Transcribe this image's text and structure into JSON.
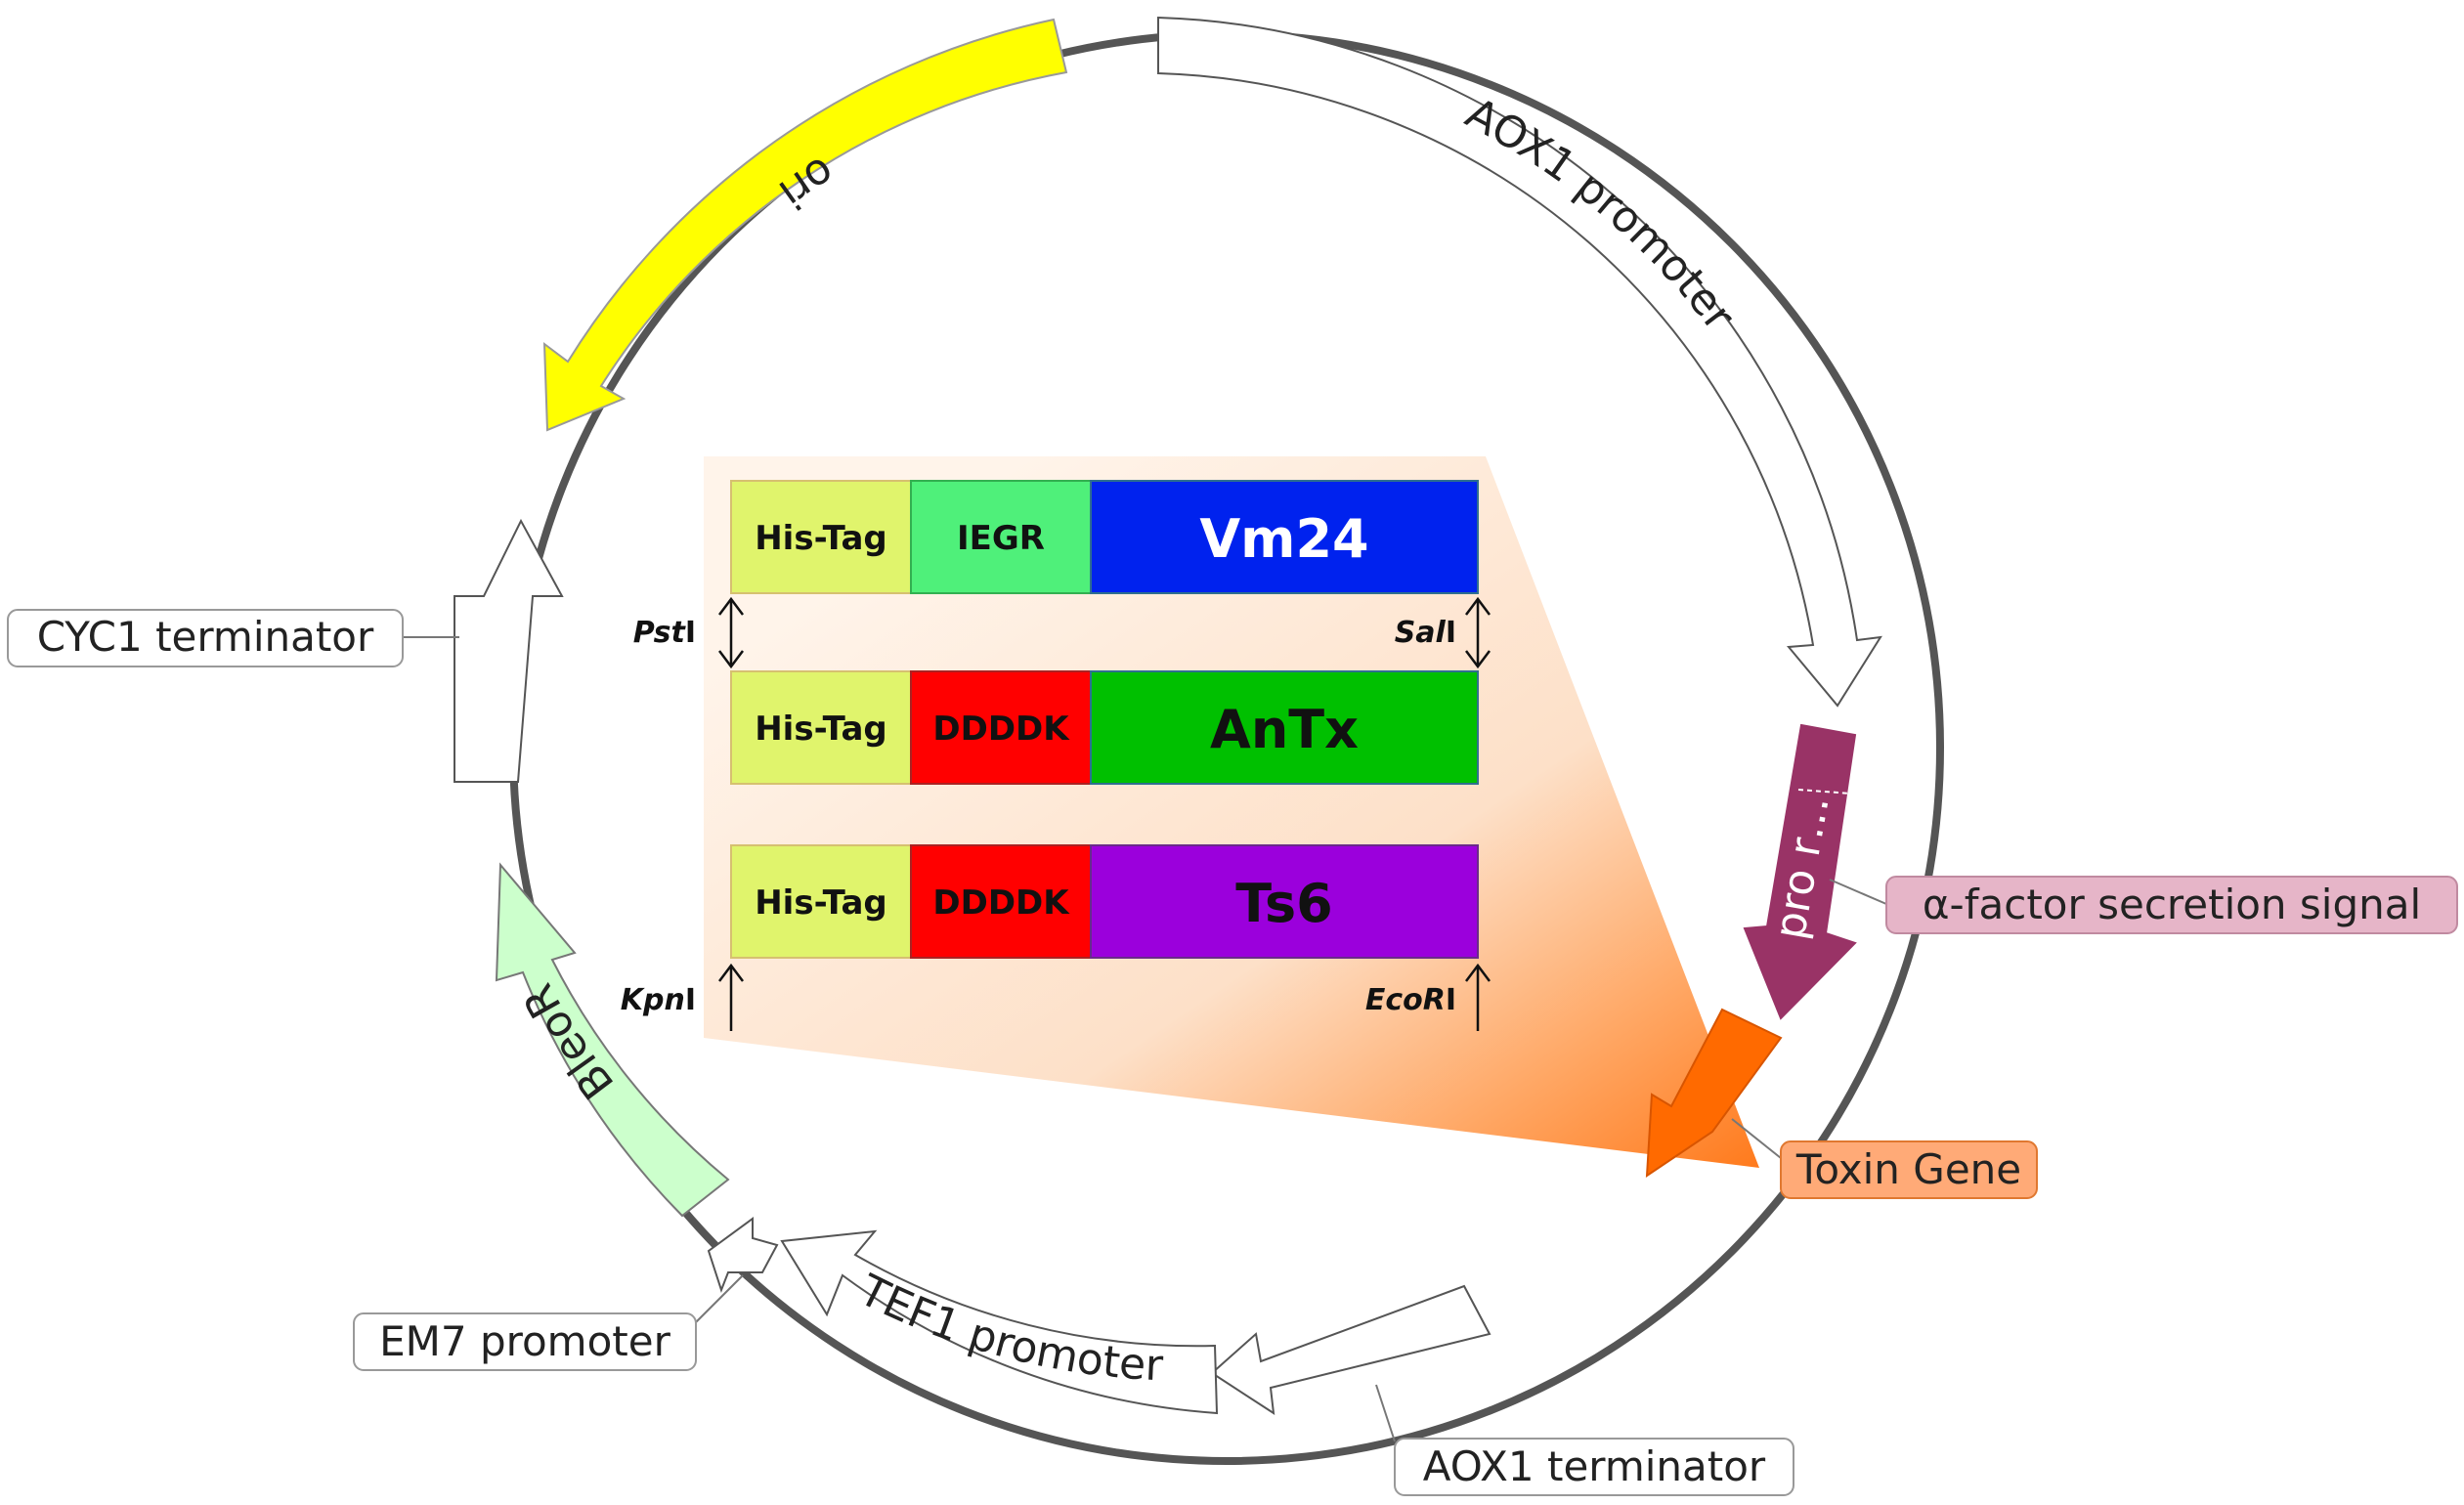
{
  "features": {
    "ori": "ori",
    "aox1_promoter": "AOX1 promoter",
    "pro_region": "pro r…",
    "tef1_promoter": "TEF1 promoter",
    "bleor": "BleoR"
  },
  "callouts": {
    "cyc1_terminator": "CYC1 terminator",
    "alpha_factor": "α-factor secretion signal",
    "toxin_gene": "Toxin Gene",
    "aox1_terminator": "AOX1 terminator",
    "em7_promoter": "EM7 promoter"
  },
  "constructs": [
    {
      "tag": "His-Tag",
      "site": "IEGR",
      "toxin": "Vm24"
    },
    {
      "tag": "His-Tag",
      "site": "DDDDK",
      "toxin": "AnTx"
    },
    {
      "tag": "His-Tag",
      "site": "DDDDK",
      "toxin": "Ts6"
    }
  ],
  "restriction_sites": {
    "pstI": {
      "name": "Pst",
      "suffix": "I"
    },
    "salI": {
      "name": "Sal",
      "suffix": "I"
    },
    "kpnI": {
      "name": "Kpn",
      "suffix": "I"
    },
    "ecoRI": {
      "name": "EcoR",
      "suffix": "I"
    }
  },
  "colors": {
    "ori": "#ffff00",
    "alpha_factor": "#993366",
    "toxin_gene": "#ff6a00",
    "bleor": "#ccffcc",
    "his_tag": "#e0f46c",
    "iegr": "#4ff07a",
    "ddddk": "#ff0000",
    "vm24": "#0022ee",
    "antx": "#00c000",
    "ts6": "#9b00dc"
  }
}
